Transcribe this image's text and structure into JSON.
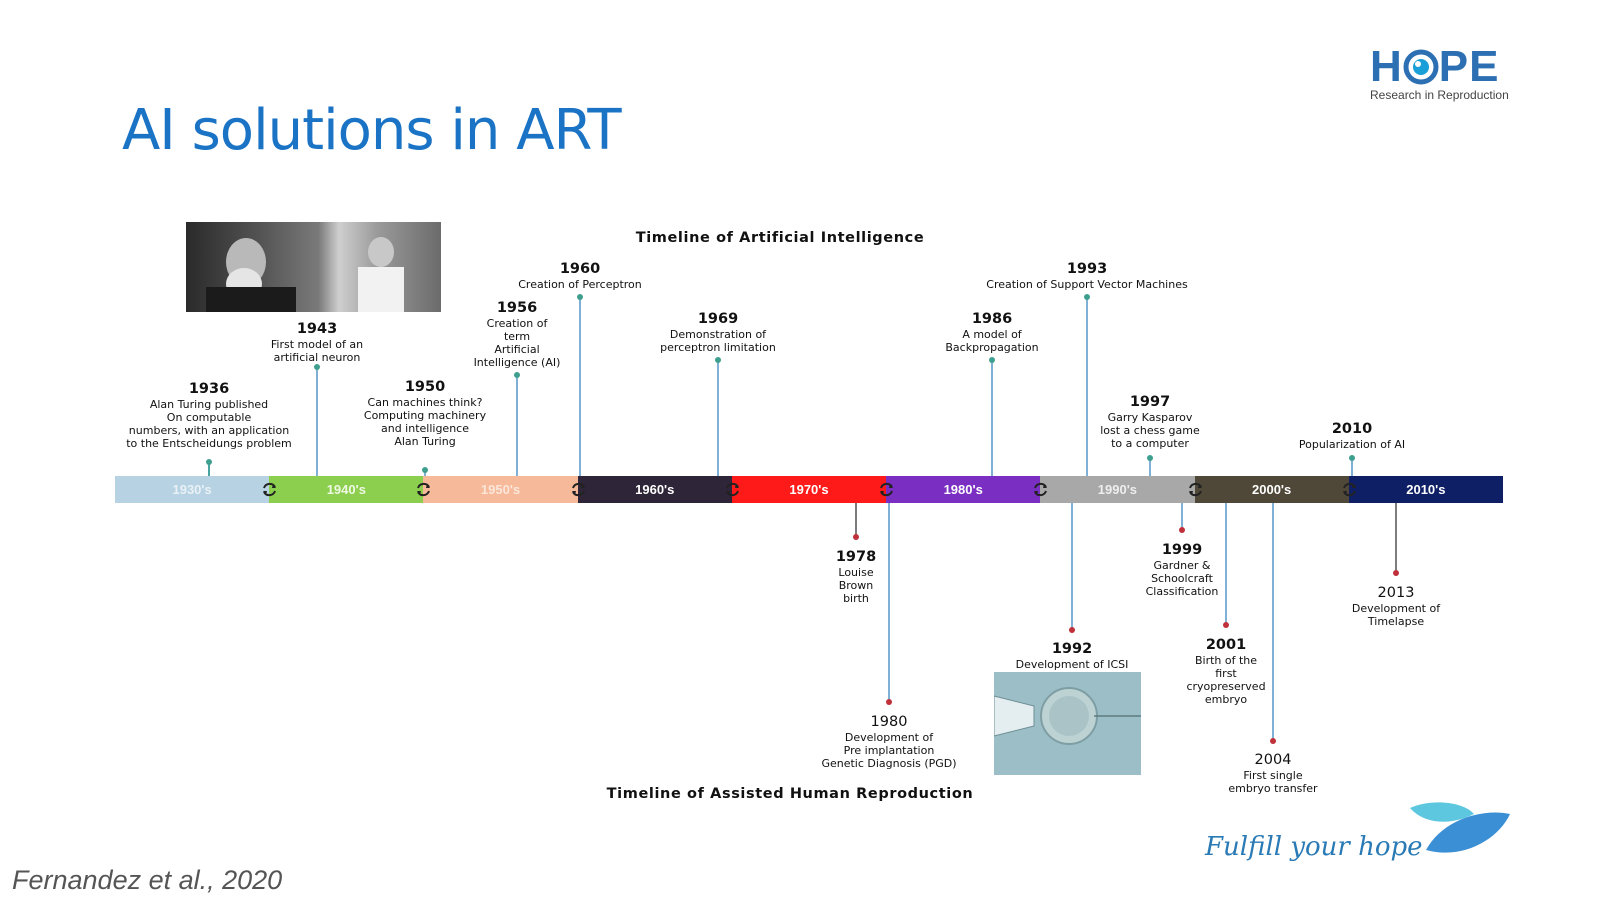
{
  "slide": {
    "title": "AI solutions in ART",
    "citation": "Fernandez et al., 2020",
    "slogan": "Fulfill your hope"
  },
  "logo": {
    "wordmark": "HOPE",
    "tagline": "Research in Reproduction",
    "colors": {
      "primary": "#2d6fb3",
      "leaf_light": "#5ec7e0",
      "leaf_dark": "#3b8fd4"
    }
  },
  "timeline": {
    "ai_title": "Timeline of Artificial Intelligence",
    "art_title": "Timeline of Assisted Human Reproduction",
    "decades": [
      {
        "label": "1930's",
        "color": "#b7d3e3",
        "text_color": "#e9f1f6"
      },
      {
        "label": "1940's",
        "color": "#8ccf4e",
        "text_color": "#eef8e2"
      },
      {
        "label": "1950's",
        "color": "#f6b99a",
        "text_color": "#fbe6da"
      },
      {
        "label": "1960's",
        "color": "#2f2538",
        "text_color": "#ffffff"
      },
      {
        "label": "1970's",
        "color": "#ff1a1a",
        "text_color": "#ffffff"
      },
      {
        "label": "1980's",
        "color": "#7a2fc2",
        "text_color": "#ffffff"
      },
      {
        "label": "1990's",
        "color": "#a8a8a8",
        "text_color": "#eeeeee"
      },
      {
        "label": "2000's",
        "color": "#4f4838",
        "text_color": "#ffffff"
      },
      {
        "label": "2010's",
        "color": "#0e1f66",
        "text_color": "#ffffff"
      }
    ],
    "ai_events": [
      {
        "year": "1936",
        "lines": [
          "Alan Turing published",
          "On computable",
          "numbers, with an application",
          "to the Entscheidungs problem"
        ]
      },
      {
        "year": "1943",
        "lines": [
          "First model of an",
          "artificial neuron"
        ]
      },
      {
        "year": "1950",
        "lines": [
          "Can machines think?",
          "Computing machinery",
          "and intelligence",
          "Alan Turing"
        ]
      },
      {
        "year": "1956",
        "lines": [
          "Creation of",
          "term",
          "Artificial",
          "Intelligence (AI)"
        ]
      },
      {
        "year": "1960",
        "lines": [
          "Creation of Perceptron"
        ]
      },
      {
        "year": "1969",
        "lines": [
          "Demonstration of",
          "perceptron limitation"
        ]
      },
      {
        "year": "1986",
        "lines": [
          "A model of",
          "Backpropagation"
        ]
      },
      {
        "year": "1993",
        "lines": [
          "Creation of Support Vector Machines"
        ]
      },
      {
        "year": "1997",
        "lines": [
          "Garry Kasparov",
          "lost a chess game",
          "to a computer"
        ]
      },
      {
        "year": "2010",
        "lines": [
          "Popularization of AI"
        ]
      }
    ],
    "art_events": [
      {
        "year": "1978",
        "lines": [
          "Louise",
          "Brown",
          "birth"
        ]
      },
      {
        "year": "1980",
        "lines": [
          "Development of",
          "Pre implantation",
          "Genetic Diagnosis (PGD)"
        ]
      },
      {
        "year": "1992",
        "lines": [
          "Development of ICSI"
        ]
      },
      {
        "year": "1999",
        "lines": [
          "Gardner &",
          "Schoolcraft",
          "Classification"
        ]
      },
      {
        "year": "2001",
        "lines": [
          "Birth of the",
          "first",
          "cryopreserved",
          "embryo"
        ]
      },
      {
        "year": "2004",
        "lines": [
          "First single",
          "embryo transfer"
        ]
      },
      {
        "year": "2013",
        "lines": [
          "Development of",
          "Timelapse"
        ]
      }
    ]
  }
}
